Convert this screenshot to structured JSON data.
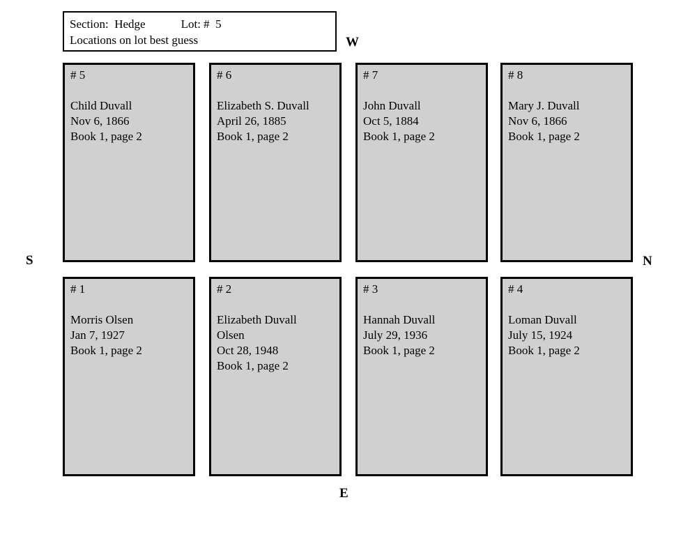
{
  "header": {
    "section_lot_line": "Section:  Hedge            Lot: #  5",
    "note_line": "Locations on lot best guess"
  },
  "compass": {
    "west": "W",
    "south": "S",
    "north": "N",
    "east": "E"
  },
  "plots": {
    "p1": {
      "number": "# 1",
      "lines": [
        "Morris Olsen",
        "Jan 7, 1927",
        "Book 1, page 2"
      ]
    },
    "p2": {
      "number": "# 2",
      "lines": [
        "Elizabeth Duvall",
        "Olsen",
        "Oct 28, 1948",
        "Book 1, page 2"
      ]
    },
    "p3": {
      "number": "# 3",
      "lines": [
        "Hannah Duvall",
        "July 29, 1936",
        "Book 1, page 2"
      ]
    },
    "p4": {
      "number": "# 4",
      "lines": [
        "Loman Duvall",
        "July 15, 1924",
        "Book 1, page 2"
      ]
    },
    "p5": {
      "number": "# 5",
      "lines": [
        "Child Duvall",
        "Nov 6, 1866",
        "Book 1, page 2"
      ]
    },
    "p6": {
      "number": "# 6",
      "lines": [
        "Elizabeth S. Duvall",
        "April 26, 1885",
        "Book 1, page 2"
      ]
    },
    "p7": {
      "number": "# 7",
      "lines": [
        "John Duvall",
        "Oct 5, 1884",
        "Book 1, page 2"
      ]
    },
    "p8": {
      "number": "# 8",
      "lines": [
        "Mary J. Duvall",
        "Nov 6, 1866",
        "Book 1, page 2"
      ]
    }
  },
  "colors": {
    "plot_fill": "#d0d0d0",
    "border": "#000000",
    "background": "#ffffff"
  }
}
